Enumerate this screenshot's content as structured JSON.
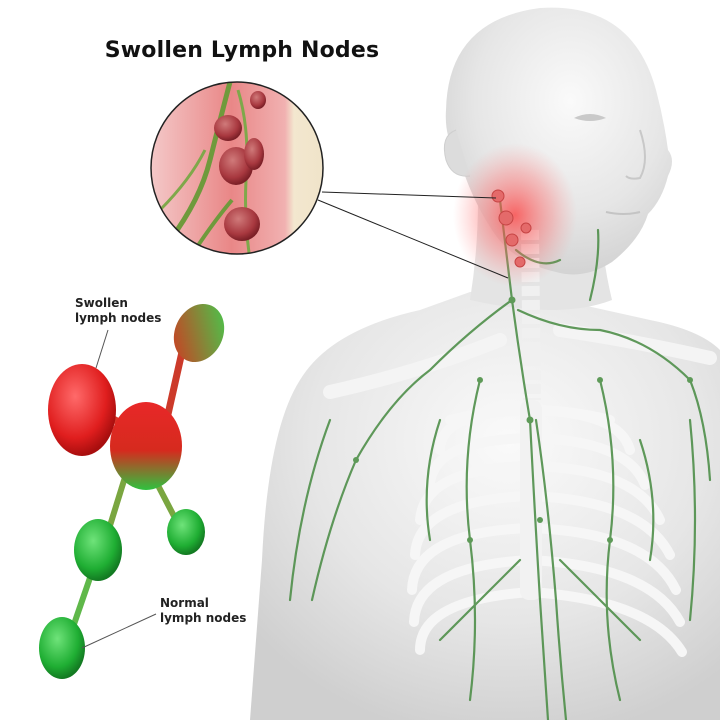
{
  "title": "Swollen Lymph Nodes",
  "labels": {
    "swollen_line1": "Swollen",
    "swollen_line2": "lymph nodes",
    "normal_line1": "Normal",
    "normal_line2": "lymph nodes"
  },
  "colors": {
    "swollen": "#e02424",
    "normal": "#1faa36",
    "vessels": "#4f8f4a",
    "skin": "#ececec",
    "inflammation": "#ff5a5a"
  }
}
